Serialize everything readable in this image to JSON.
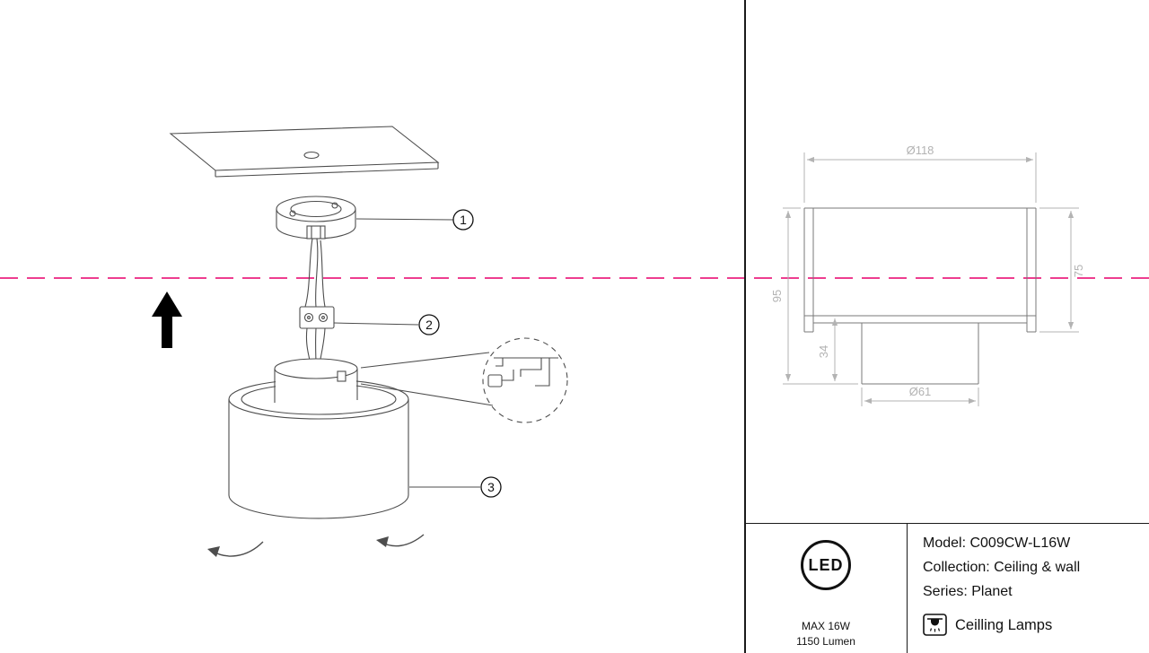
{
  "accent": {
    "section_line_color": "#ee3d8f"
  },
  "assembly": {
    "parts": [
      {
        "label": "1"
      },
      {
        "label": "2"
      },
      {
        "label": "3"
      }
    ]
  },
  "dimensions": {
    "top_diameter": "Ø118",
    "total_height": "95",
    "body_height": "75",
    "inner_height": "34",
    "bottom_diameter": "Ø61"
  },
  "badge": {
    "logo": "LED",
    "max_power": "MAX 16W",
    "luminous_flux": "1150 Lumen"
  },
  "product": {
    "model": "Model: C009CW-L16W",
    "collection": "Collection: Ceiling & wall",
    "series": "Series: Planet",
    "category": "Ceilling Lamps"
  }
}
